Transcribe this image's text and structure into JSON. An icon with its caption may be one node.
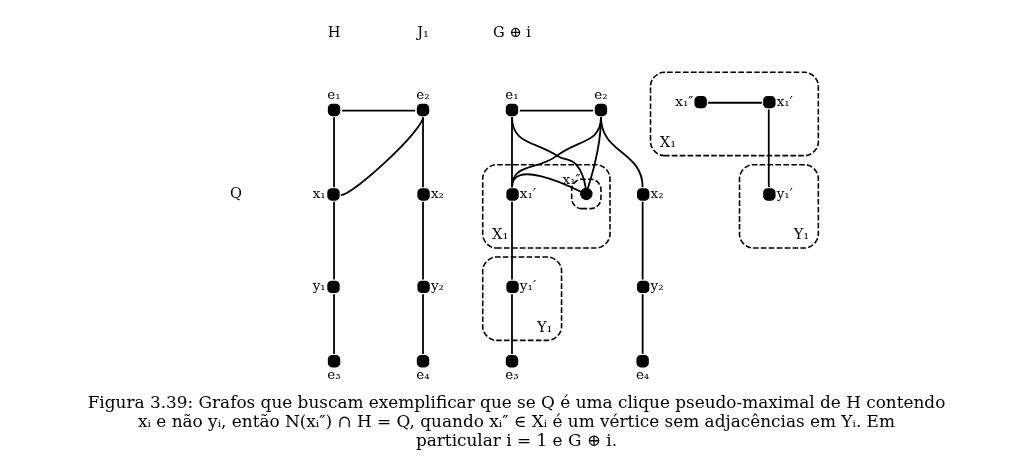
{
  "diagram": {
    "caption": "Figura 3.39: Grafos que buscam exemplificar que se Q é uma clique pseudo-maximal de H contendo xᵢ e não yᵢ, então N(xᵢ″) ∩ H = Q, quando xᵢ″ ∈ Xᵢ é um vértice sem adjacências em Yᵢ. Em particular i = 1 e G ⊕ i.",
    "nodes": [
      {
        "text": [],
        "shape": "circle",
        "beside": [
          "e₁"
        ]
      },
      {
        "text": [],
        "shape": "circle",
        "beside": [
          "e₂"
        ]
      },
      {
        "text": [],
        "shape": "circle",
        "beside": [
          "x₁"
        ]
      },
      {
        "text": [],
        "shape": "circle",
        "beside": [
          "x₂"
        ]
      },
      {
        "text": [],
        "shape": "circle",
        "beside": [
          "y₁"
        ]
      },
      {
        "text": [],
        "shape": "circle",
        "beside": [
          "y₂"
        ]
      },
      {
        "text": [],
        "shape": "circle",
        "beside": [
          "e₃"
        ]
      },
      {
        "text": [],
        "shape": "circle",
        "beside": [
          "e₄"
        ]
      },
      {
        "text": [
          "X₁"
        ]
      },
      {
        "text": [],
        "shape": "circle",
        "beside": [
          "x₁″"
        ],
        "in": 8
      },
      {
        "text": [],
        "shape": "circle",
        "beside": [
          "x₁′"
        ],
        "in": 8
      },
      {
        "text": [
          "Y₁"
        ]
      },
      {
        "text": [],
        "shape": "circle",
        "beside": [
          "y₁′"
        ],
        "in": 11
      },
      {
        "text": [],
        "shape": "circle",
        "beside": [
          "e₁"
        ]
      },
      {
        "text": [],
        "shape": "circle",
        "beside": [
          "e₂"
        ]
      },
      {
        "text": [
          "X₁"
        ]
      },
      {
        "text": [],
        "shape": "circle",
        "in": 15
      },
      {
        "text": [],
        "shape": "circle",
        "beside": [
          "x₁″"
        ],
        "in": 16
      },
      {
        "text": [],
        "shape": "circle",
        "beside": [
          "x₁′"
        ],
        "in": 15
      },
      {
        "text": [],
        "shape": "circle",
        "beside": [
          "x₂"
        ]
      },
      {
        "text": [
          "Y₁"
        ]
      },
      {
        "text": [],
        "shape": "circle",
        "beside": [
          "y₁′"
        ],
        "in": 20
      },
      {
        "text": [],
        "shape": "circle",
        "beside": [
          "y₂"
        ]
      },
      {
        "text": [],
        "shape": "circle",
        "beside": [
          "e₃"
        ]
      },
      {
        "text": [],
        "shape": "circle",
        "beside": [
          "e₄"
        ]
      }
    ],
    "edges": [
      {
        "from": 0,
        "to": 1,
        "arrow": "none"
      },
      {
        "from": 0,
        "to": 2,
        "arrow": "none"
      },
      {
        "from": 1,
        "to": 2,
        "arrow": "none"
      },
      {
        "from": 1,
        "to": 3,
        "arrow": "none"
      },
      {
        "from": 2,
        "to": 4,
        "arrow": "none"
      },
      {
        "from": 4,
        "to": 6,
        "arrow": "none"
      },
      {
        "from": 3,
        "to": 5,
        "arrow": "none"
      },
      {
        "from": 5,
        "to": 7,
        "arrow": "none"
      },
      {
        "from": 9,
        "to": 10,
        "arrow": "none"
      },
      {
        "from": 10,
        "to": 12,
        "arrow": "none"
      },
      {
        "from": 13,
        "to": 14,
        "arrow": "none"
      },
      {
        "from": 13,
        "to": 17,
        "arrow": "none"
      },
      {
        "from": 13,
        "to": 18,
        "arrow": "none"
      },
      {
        "from": 14,
        "to": 17,
        "arrow": "none"
      },
      {
        "from": 14,
        "to": 18,
        "arrow": "none"
      },
      {
        "from": 14,
        "to": 19,
        "arrow": "none"
      },
      {
        "from": 17,
        "to": 18,
        "arrow": "none"
      },
      {
        "from": 18,
        "to": 21,
        "arrow": "none"
      },
      {
        "from": 21,
        "to": 23,
        "arrow": "none"
      },
      {
        "from": 19,
        "to": 22,
        "arrow": "none"
      },
      {
        "from": 22,
        "to": 24,
        "arrow": "none"
      }
    ],
    "labels": [
      "H",
      "J₁",
      "G ⊕ i",
      "Q"
    ]
  }
}
